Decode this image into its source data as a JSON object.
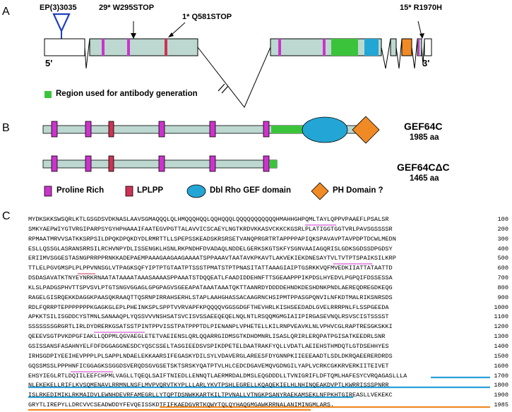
{
  "panels": {
    "a": "A",
    "b": "B",
    "c": "C"
  },
  "panel_a": {
    "insertion": "EP(3)3035",
    "mutations": [
      "29* W295STOP",
      "1* Q581STOP",
      "15* R1970H"
    ],
    "five_prime": "5'",
    "three_prime": "3'",
    "antibody_legend": "Region used for antibody generation"
  },
  "panel_b": {
    "gef64c_name": "GEF64C",
    "gef64c_length": "1985 aa",
    "gef64cdc_name": "GEF64CΔC",
    "gef64cdc_length": "1465 aa",
    "legend": {
      "proline": "Proline Rich",
      "lplpp": "LPLPP",
      "dbl": "Dbl Rho GEF domain",
      "ph": "PH Domain ?"
    }
  },
  "colors": {
    "exon_fill": "#bcd8d0",
    "proline": "#cc33cc",
    "lplpp": "#cc3355",
    "antibody": "#3bc43b",
    "dbl": "#23a6d5",
    "ph": "#f08a24",
    "insertion": "#1f3fbf",
    "underline_blue": "#2aa0d8",
    "underline_orange": "#f08a24"
  },
  "sequence": [
    {
      "seq": "MYDKSKKSWSQRLKTLGSGDSVDKNASLAAVSGMAQQQLQLHMQQQHQQLQQHQQQLQQQQQQQQQQQHMAHHGHPQMLTAYLQPPVPAAEFLPSALSR",
      "num": "100"
    },
    {
      "seq": "SMKYAEPWIYGTVRGIPARPSYGYHPHAAAIFAATEGVPGTTALAVVICSCAEYLNGTKRDVKKASVCKKCKGSRLPLATIGGTGGTVRLPAVSGSSSSR",
      "num": "200"
    },
    {
      "seq": "RPMAATMRVVSATKKSRPSILDPQKDPQKDYDLRMRTTLLSPEPSSKEADSKRSRSETVANQPRGRTRTAPPPPAPIQKSPAVAVPTAVPDPTDCWLMEDN",
      "num": "300"
    },
    {
      "seq": "ESLLQSSGLASRANSRRSILRCHVNPYDLISSENGKLHSNLRKPNDHFDVADAQLNDDELGERKSKGTSKFYSGNVAAIAGQRISLGDKSGDSSDPGDSY",
      "num": "400"
    },
    {
      "seq": "ERIIMVSGGESTASNGPRRPPRNKKADEPAEMPAAAGAAGAAGAAAATSPPAAAVTAATAVKPKAVTLAKVEKIEKDNESAYTVLTVTPTSPAIKSILKRP",
      "num": "500"
    },
    {
      "seq": "TTLELPGVGMSPLPLPPVNNSGLVTPAGKSQFYIPTPTGTAATPTSSSTPMATSTPTPNASITATTAAAGIAIPTGSRKKVQFMVEDKIIATTATAATTD",
      "num": "600"
    },
    {
      "seq": "DSDASAVATKTNYEYNRKRNAATATAAAATAAASAAAASPPAAATSTDQQEATLFAADIDDEHNFTTSGEAAPPPIKPDSLHYEDVLPGPQIFDSSESSA",
      "num": "700"
    },
    {
      "seq": "KLSLPADGSPHVTTSPVSVLPTGTSNGVGGAGLGPGPAGVSGEEAPATAAATAAATQKTTAANRDYDDDDEHNDKDESHDNKPNDLAEREQDREGDKEQG",
      "num": "800"
    },
    {
      "seq": "RAGELGISRQEKKDAGGKPAASQKRAAQTTQSRNPIRRAHSERHLSTAPLAAHGHASSACAAGRNCHSIPMTPPASGPQNVILNFKDTMALRIKSNRSDS",
      "num": "900"
    },
    {
      "seq": "RDLFQRRPTEPPPPPPPKGAGKGLEPLPHEINKSPLSPPTVVRVAPFKPQQQQVGGSGDGFTHEVHRLKISHSEEDADLGVELRRRPNLFLSSPGEEDA",
      "num": "1000"
    },
    {
      "seq": "APKKTSILISGDDCYSTMNLSANAAQPLYQSSVVVNSHSATSVCISVSSAEEQEQELNQLNTLRSQQMGMGIAIIPIRGASEVNQLRSVSCISTSSSST",
      "num": "1100"
    },
    {
      "seq": "SSSSSSSGRGRTLIRLDYDRERKGSATSSTPINTPPVISSTPATPPPTDLPIENANPLVPHETELLKILRNPVEAVKLNLVPHVCGLRAPTRESGKSKKI",
      "num": "1200"
    },
    {
      "seq": "QEEEVSGTPVKDPGFIAKLLQDPMLQGVAEGLETETVAEIENSLQRLQQARRGIDMSGTKDHDMNRLISASLQRIRLERQPATPGISATKEEDRLSNR",
      "num": "1300"
    },
    {
      "seq": "GSISSANSFASAHNYELFDFDGGAGGNESDCYQSCSSELTASGIEEDSVSPIKDPETELDAATRAKFYQLLVDATLAEIEHSTHMDQTLGTDSEHHYES",
      "num": "1400"
    },
    {
      "seq": "IRHSGDPIYEEIHEVPPPLPLSAPPLNDAELEKKAARSIFEGASKYDILSYLVDAVERGLAREESFDYGNNPKIIEEEAADTLSDLDKRQAEERERDRDS",
      "num": "1500"
    },
    {
      "seq": "GQSSMSSLPPPHNFICGGAGKSSGGDSVERQDSGVGSETSKTSRSKYQATPTVLHLCEDCDGAVEMQVGDNGILYAPLVCRKCGKKRVERKIITEIVET",
      "num": "1600"
    },
    {
      "seq": "EHSYIEGLRTLDQIILEEFCHPMLVAGLLTQEQLSAIFTNIEDLLENNQTLAERMRDALDMSLEQGDDDLLTVNIGRIFLDFTQMLHAFESYCVRQAGASLLLA",
      "num": "1700"
    },
    {
      "seq": "NLEKEKELLRIFLKVSQMENAVLRRMNLNSFLMVPVQRVTKYPLLLARLYKVTPSHLEGRELLKQAQEKIELHLNHINQEAKDVPTLKWRRISSSPNRR",
      "num": "1800"
    },
    {
      "seq": "ISLRKEDIMIKLRKMAIDVLEWNHDEVRFAMEGRLLYTQPTDSNWKKARTKILTPVNALLVTNGKPSANYRAEKAMSEKLNFPKHTGIREASLLVEKEKC",
      "num": "1900"
    },
    {
      "seq": "GRYTLIREPYLLDRCVVCSEADWDDYFEVQEISSKDTFIFKAEDGVRTKQWYTQLQYHAQGMGAWKRRNALANIMINGMLARS.",
      "num": "1985"
    }
  ]
}
